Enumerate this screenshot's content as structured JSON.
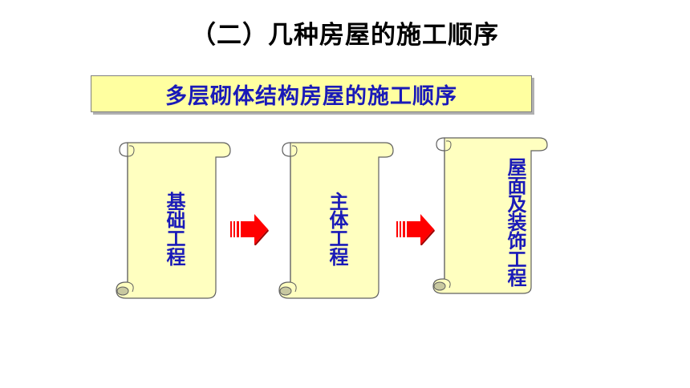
{
  "page": {
    "title": "（二）几种房屋的施工顺序",
    "subtitle": "多层砌体结构房屋的施工顺序"
  },
  "steps": [
    {
      "label": "基础工程"
    },
    {
      "label": "主体工程"
    },
    {
      "label": "屋面及装饰工程"
    }
  ],
  "colors": {
    "title_text": "#000000",
    "step_text": "#1a1ab8",
    "banner_fill": "#ffffa0",
    "scroll_fill": "#ffffc0",
    "arrow_fill": "#ff0000"
  }
}
